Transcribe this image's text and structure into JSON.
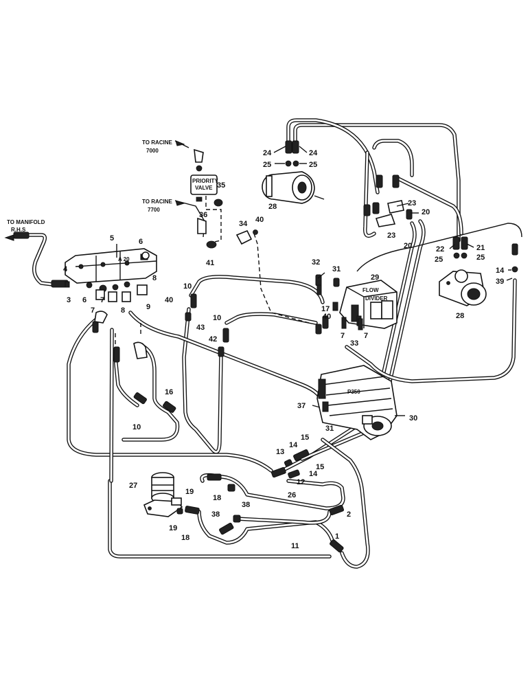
{
  "texts": {
    "to_racine_7000_a": "TO RACINE",
    "to_racine_7000_b": "7000",
    "priority_valve_a": "PRIORITY",
    "priority_valve_b": "VALVE",
    "to_racine_7700_a": "TO RACINE",
    "to_racine_7700_b": "7700",
    "to_manifold_a": "TO MANIFOLD",
    "to_manifold_b": "R.H.S",
    "valve_a20": "A 20",
    "flow_divider_a": "FLOW",
    "flow_divider_b": "DIVIDER",
    "pump_p350": "P350"
  },
  "callouts": {
    "n1": "1",
    "n2": "2",
    "n3": "3",
    "n4": "4",
    "n5": "5",
    "n6a": "6",
    "n6b": "6",
    "n7a": "7",
    "n7b": "7",
    "n7c": "7",
    "n7d": "7",
    "n8a": "8",
    "n8b": "8",
    "n9": "9",
    "n10a": "10",
    "n10b": "10",
    "n10c": "10",
    "n11": "11",
    "n12": "12",
    "n13": "13",
    "n14a": "14",
    "n14b": "14",
    "n14c": "14",
    "n15a": "15",
    "n15b": "15",
    "n16": "16",
    "n17": "17",
    "n18a": "18",
    "n18b": "18",
    "n19a": "19",
    "n19b": "19",
    "n20a": "20",
    "n20b": "20",
    "n21": "21",
    "n22": "22",
    "n23a": "23",
    "n23b": "23",
    "n24a": "24",
    "n24b": "24",
    "n25a": "25",
    "n25b": "25",
    "n25c": "25",
    "n25d": "25",
    "n26": "26",
    "n27": "27",
    "n28a": "28",
    "n28b": "28",
    "n29": "29",
    "n30": "30",
    "n31a": "31",
    "n31b": "31",
    "n32": "32",
    "n33": "33",
    "n34": "34",
    "n35": "35",
    "n36": "36",
    "n37": "37",
    "n38a": "38",
    "n38b": "38",
    "n39": "39",
    "n40a": "40",
    "n40b": "40",
    "n40c": "40",
    "n41": "41",
    "n42": "42",
    "n43": "43"
  }
}
